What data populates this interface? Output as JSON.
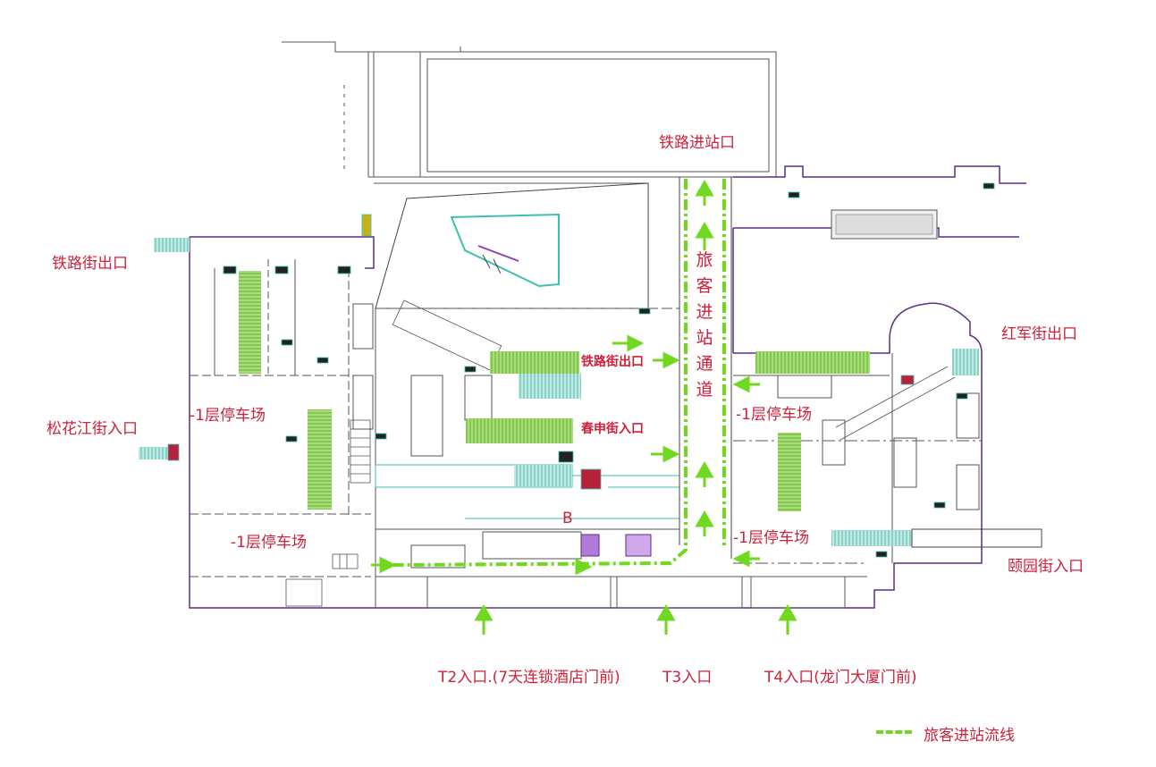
{
  "labels": {
    "railway_entrance": "铁路进站口",
    "tielu_street_exit_main": "铁路街出口",
    "hongjun_street_exit": "红军街出口",
    "songhuajiang_entrance": "松花江街入口",
    "yiyuan_entrance": "颐园街入口",
    "parking_left_upper": "-1层停车场",
    "parking_left_lower": "-1层停车场",
    "parking_right_upper": "-1层停车场",
    "parking_right_lower": "-1层停车场",
    "tielu_street_exit_inner": "铁路街出口",
    "chunshen_entrance": "春申街入口",
    "zone_b": "B",
    "passage_vertical": "旅客进站通道",
    "t2_entrance": "T2入口.(7天连锁酒店门前)",
    "t3_entrance": "T3入口",
    "t4_entrance": "T4入口(龙门大厦门前)"
  },
  "legend": {
    "flow_label": "旅客进站流线"
  },
  "colors": {
    "label_red": "#d0203a",
    "flow_green": "#6fd81f",
    "wall_purple": "#5b2c86",
    "wall_dark": "#555555",
    "teal": "#3bbfb0",
    "escalator_green": "#8fce5a",
    "escalator_teal": "#7fd3c8"
  }
}
